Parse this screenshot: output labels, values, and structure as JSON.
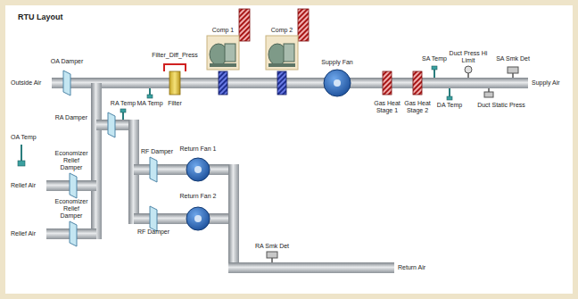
{
  "diagram": {
    "title": "RTU Layout",
    "labels": [
      "Outside Air",
      "OA Damper",
      "OA Temp",
      "RA Damper",
      "RA Temp",
      "MA Temp",
      "Filter_Diff_Press",
      "Filter",
      "Comp 1",
      "Comp 2",
      "Supply Fan",
      "Gas Heat Stage 1",
      "Gas Heat Stage 2",
      "SA Temp",
      "Duct Press Hi Limit",
      "SA Smk Det",
      "DA Temp",
      "Duct Static Press",
      "Supply Air",
      "Economizer Relief Damper",
      "Relief Air",
      "Economizer Relief Damper",
      "Relief Air",
      "RF Damper",
      "Return Fan 1",
      "Return Fan 2",
      "RF Damper",
      "RA Smk Det",
      "Return Air"
    ]
  }
}
